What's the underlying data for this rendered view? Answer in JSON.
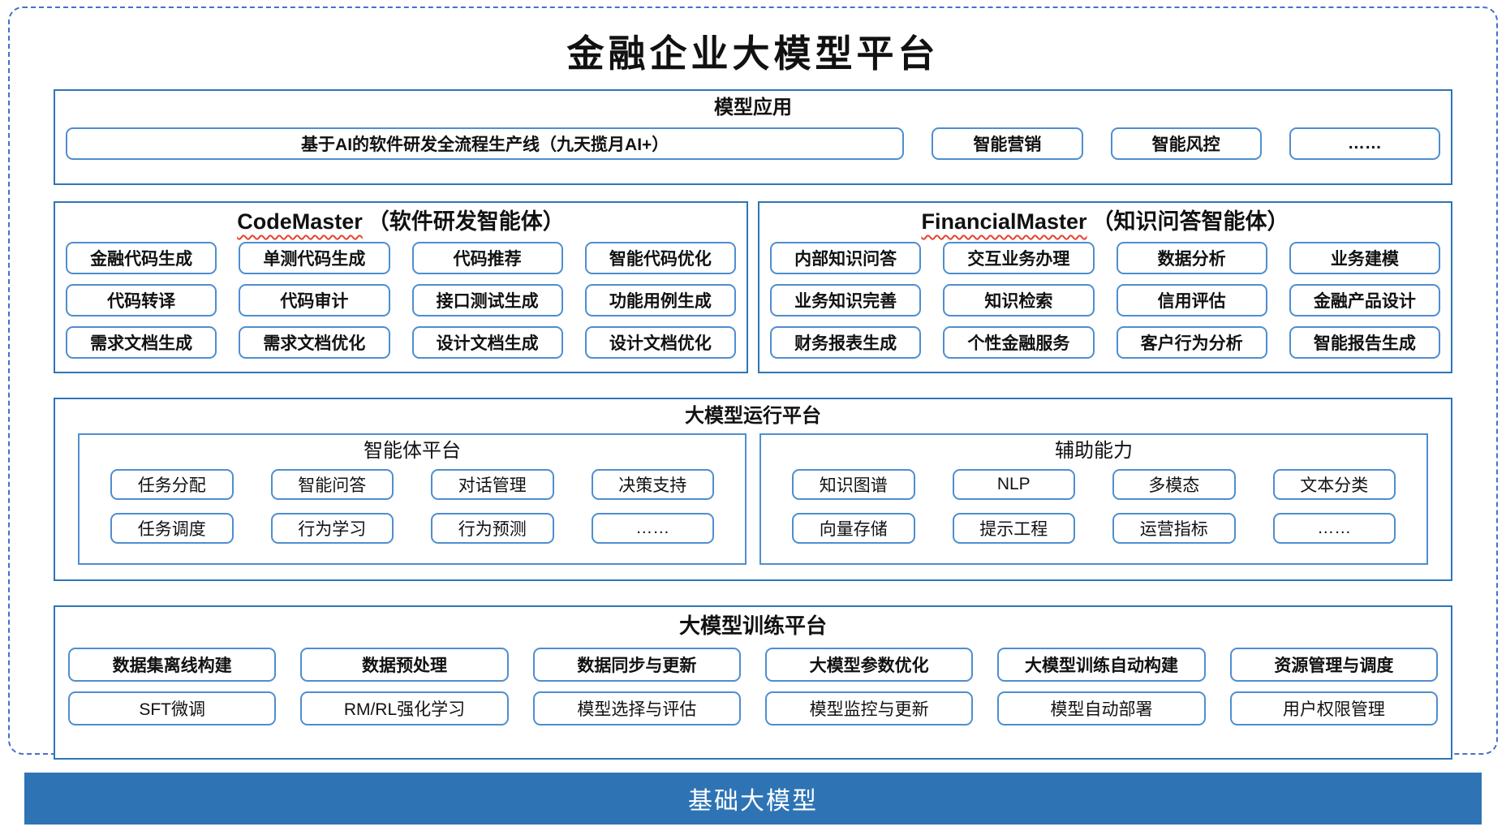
{
  "title": "金融企业大模型平台",
  "colors": {
    "dashed_border": "#4472C4",
    "panel_border": "#2E75B6",
    "chip_border": "#4E8ED0",
    "base_bar_bg": "#2E74B5",
    "squiggle": "#E8432D"
  },
  "sections": {
    "model_app": {
      "header": "模型应用",
      "pipeline": "基于AI的软件研发全流程生产线（九天揽月AI+）",
      "boxes": [
        "智能营销",
        "智能风控",
        "……"
      ]
    },
    "code_master": {
      "header_en": "CodeMaster",
      "header_zh": "（软件研发智能体）",
      "boxes": [
        "金融代码生成",
        "单测代码生成",
        "代码推荐",
        "智能代码优化",
        "代码转译",
        "代码审计",
        "接口测试生成",
        "功能用例生成",
        "需求文档生成",
        "需求文档优化",
        "设计文档生成",
        "设计文档优化"
      ]
    },
    "financial_master": {
      "header_en": "FinancialMaster",
      "header_zh": "（知识问答智能体）",
      "boxes": [
        "内部知识问答",
        "交互业务办理",
        "数据分析",
        "业务建模",
        "业务知识完善",
        "知识检索",
        "信用评估",
        "金融产品设计",
        "财务报表生成",
        "个性金融服务",
        "客户行为分析",
        "智能报告生成"
      ]
    },
    "runtime": {
      "header": "大模型运行平台",
      "agent_platform": {
        "header": "智能体平台",
        "boxes": [
          "任务分配",
          "智能问答",
          "对话管理",
          "决策支持",
          "任务调度",
          "行为学习",
          "行为预测",
          "……"
        ]
      },
      "aux": {
        "header": "辅助能力",
        "boxes": [
          "知识图谱",
          "NLP",
          "多模态",
          "文本分类",
          "向量存储",
          "提示工程",
          "运营指标",
          "……"
        ]
      }
    },
    "training": {
      "header": "大模型训练平台",
      "row1": [
        "数据集离线构建",
        "数据预处理",
        "数据同步与更新",
        "大模型参数优化",
        "大模型训练自动构建",
        "资源管理与调度"
      ],
      "row2": [
        "SFT微调",
        "RM/RL强化学习",
        "模型选择与评估",
        "模型监控与更新",
        "模型自动部署",
        "用户权限管理"
      ]
    },
    "base_model": "基础大模型"
  }
}
